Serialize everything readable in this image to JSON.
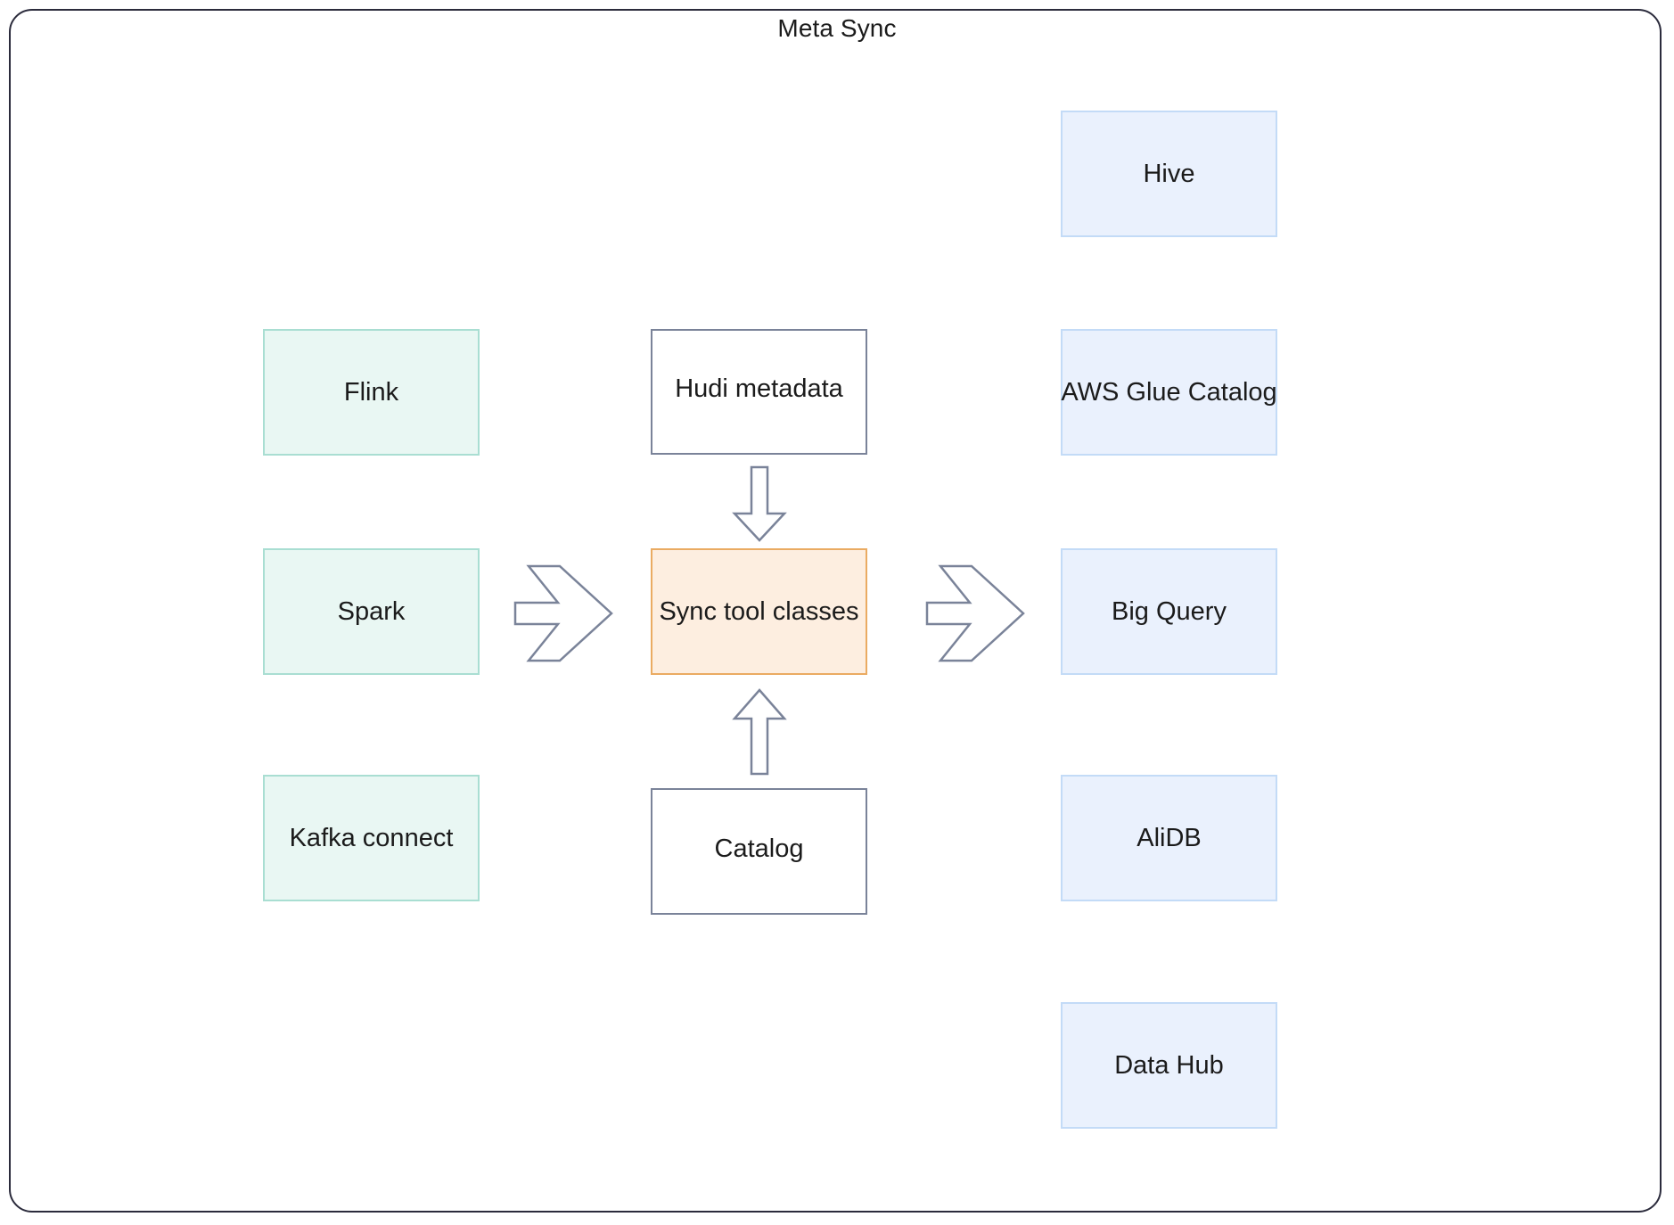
{
  "diagram": {
    "title": "Meta Sync",
    "frame_border_color": "#2b2b3c",
    "background": "#ffffff"
  },
  "palette": {
    "source_fill": "#e9f7f3",
    "source_border": "#a9ded2",
    "target_fill": "#eaf1fd",
    "target_border": "#c3dbf7",
    "center_fill": "#fdeee0",
    "center_border": "#eaab62",
    "plain_fill": "#ffffff",
    "plain_border": "#7a8399",
    "arrow_stroke": "#7a8399",
    "text_color": "#1b1b1b"
  },
  "nodes": {
    "sources": [
      {
        "id": "flink",
        "label": "Flink"
      },
      {
        "id": "spark",
        "label": "Spark"
      },
      {
        "id": "kafka_connect",
        "label": "Kafka connect"
      }
    ],
    "center": {
      "id": "sync_tool_classes",
      "label": "Sync tool classes"
    },
    "inputs": [
      {
        "id": "hudi_metadata",
        "label": "Hudi metadata"
      },
      {
        "id": "catalog",
        "label": "Catalog"
      }
    ],
    "targets": [
      {
        "id": "hive",
        "label": "Hive"
      },
      {
        "id": "aws_glue_catalog",
        "label": "AWS Glue Catalog"
      },
      {
        "id": "big_query",
        "label": "Big Query"
      },
      {
        "id": "alidb",
        "label": "AliDB"
      },
      {
        "id": "data_hub",
        "label": "Data Hub"
      }
    ]
  },
  "arrows": [
    {
      "id": "sources-to-sync",
      "direction": "right",
      "style": "chevron"
    },
    {
      "id": "sync-to-targets",
      "direction": "right",
      "style": "chevron"
    },
    {
      "id": "hudi-to-sync",
      "direction": "down",
      "style": "block"
    },
    {
      "id": "catalog-to-sync",
      "direction": "up",
      "style": "block"
    }
  ]
}
